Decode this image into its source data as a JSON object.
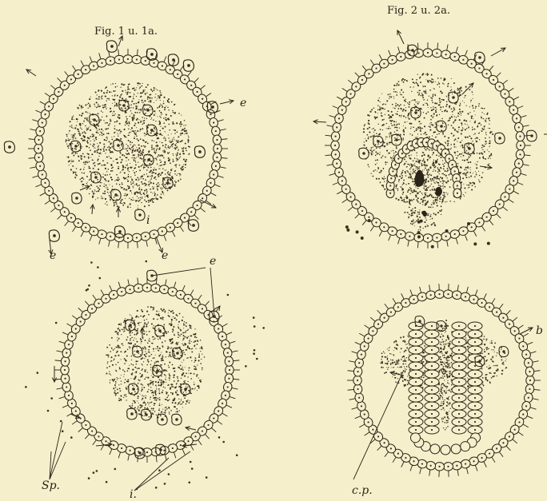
{
  "plate": {
    "background": "#f6efcb",
    "ink": "#2a241a"
  },
  "figures": [
    {
      "id": "fig1",
      "title": "Fig. 1 u. 1a."
    },
    {
      "id": "fig2",
      "title": "Fig. 2 u. 2a."
    }
  ],
  "labels": {
    "e": "e",
    "i": "i",
    "i_lower": "i.",
    "sp": "Sp.",
    "b": "b",
    "cp": "c.p."
  }
}
